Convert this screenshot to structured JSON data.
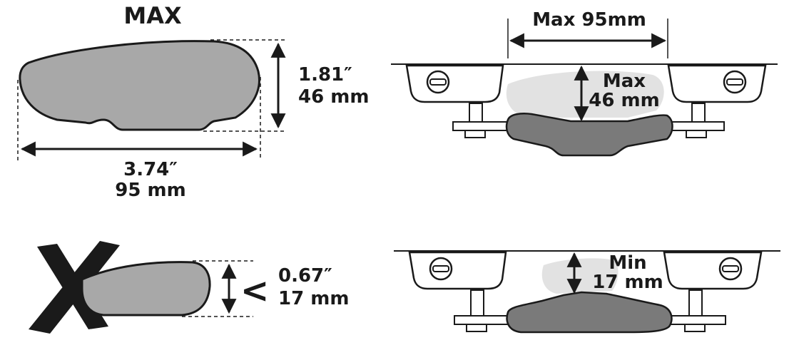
{
  "diagram": {
    "max_section": {
      "heading": "MAX",
      "height_in": "1.81″",
      "height_mm": "46 mm",
      "width_in": "3.74″",
      "width_mm": "95 mm"
    },
    "min_section": {
      "less_than_symbol": "<",
      "height_in": "0.67″",
      "height_mm": "17 mm"
    },
    "clamp_max_view": {
      "width_label": "Max 95mm",
      "height_line1": "Max",
      "height_line2": "46 mm"
    },
    "clamp_min_view": {
      "height_line1": "Min",
      "height_line2": "17 mm"
    },
    "colors": {
      "profile_fill": "#a8a8a8",
      "ghost_fill": "#e2e2e2",
      "outline": "#1a1a1a",
      "clamp_fill": "#7a7a7a"
    }
  }
}
